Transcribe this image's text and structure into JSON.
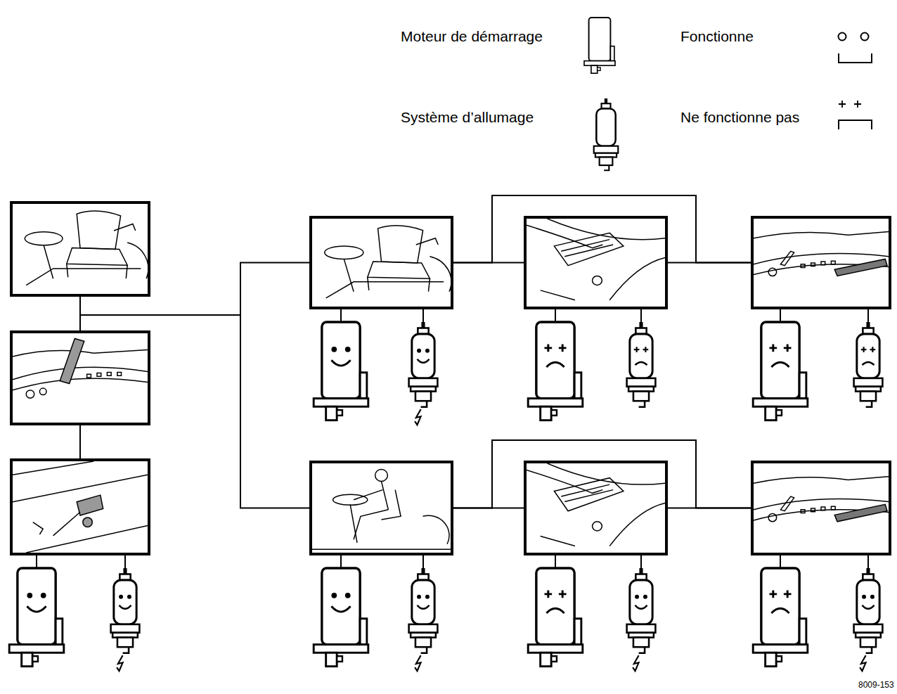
{
  "diagram": {
    "nodes": [
      {
        "text": []
      },
      {
        "text": []
      },
      {
        "text": []
      },
      {
        "text": []
      },
      {
        "text": []
      },
      {
        "text": []
      },
      {
        "text": []
      },
      {
        "text": []
      },
      {
        "text": []
      }
    ],
    "edges": [
      {
        "from": 0,
        "to": 1,
        "arrow": "none"
      },
      {
        "from": 1,
        "to": 2,
        "arrow": "none"
      },
      {
        "from": 0,
        "to": 3,
        "arrow": "none"
      },
      {
        "from": 0,
        "to": 6,
        "arrow": "none"
      },
      {
        "from": 3,
        "to": 4,
        "arrow": "none"
      },
      {
        "from": 4,
        "to": 5,
        "arrow": "none"
      },
      {
        "from": 3,
        "to": 5,
        "arrow": "none"
      },
      {
        "from": 6,
        "to": 7,
        "arrow": "none"
      },
      {
        "from": 7,
        "to": 8,
        "arrow": "none"
      },
      {
        "from": 6,
        "to": 8,
        "arrow": "none"
      }
    ],
    "labels": [
      "8009-153"
    ],
    "legend": [
      {
        "text": "Moteur de démarrage"
      },
      {
        "text": "Système d’allumage"
      },
      {
        "text": "Fonctionne"
      },
      {
        "text": "Ne fonctionne pas"
      }
    ]
  }
}
